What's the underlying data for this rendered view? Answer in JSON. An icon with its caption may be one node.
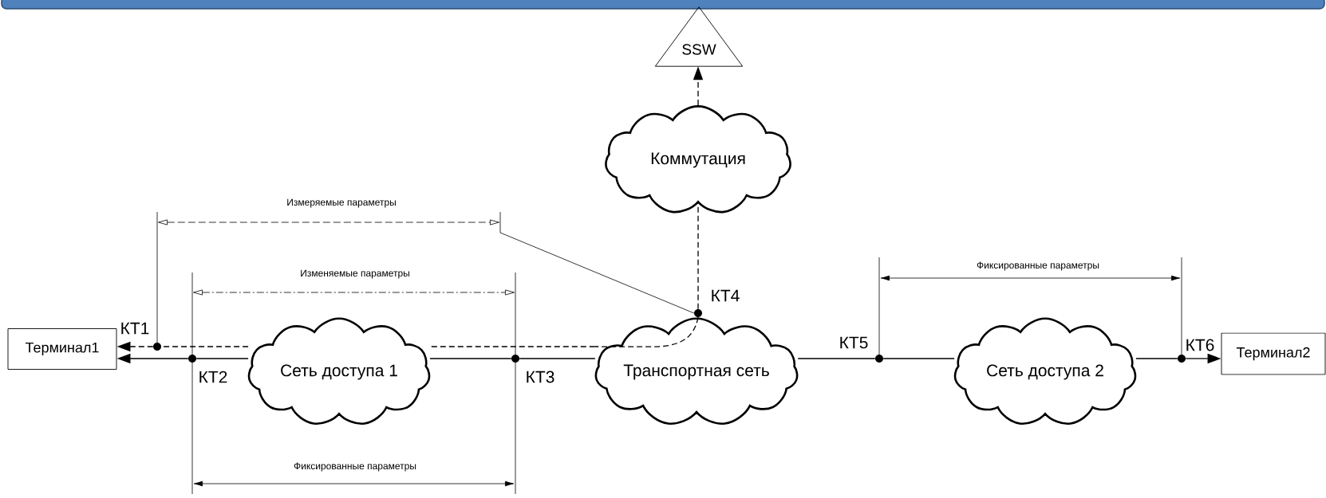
{
  "diagram": {
    "nodes": [
      {
        "text": [
          "SSW"
        ]
      },
      {
        "text": [
          "Коммутация"
        ]
      },
      {
        "text": [
          "Терминал1"
        ]
      },
      {
        "text": [
          "Сеть доступа 1"
        ]
      },
      {
        "text": [
          "Транспортная сеть"
        ]
      },
      {
        "text": [
          "Сеть доступа 2"
        ]
      },
      {
        "text": [
          "Терминал2"
        ]
      },
      {
        "text": [],
        "shape": "circle",
        "beside": [
          "КТ1"
        ]
      },
      {
        "text": [],
        "shape": "circle",
        "beside": [
          "КТ2"
        ]
      },
      {
        "text": [],
        "shape": "circle",
        "beside": [
          "КТ3"
        ]
      },
      {
        "text": [],
        "shape": "circle",
        "beside": [
          "КТ4"
        ]
      },
      {
        "text": [],
        "shape": "circle",
        "beside": [
          "КТ5"
        ]
      },
      {
        "text": [],
        "shape": "circle",
        "beside": [
          "КТ6"
        ]
      }
    ],
    "edges": [
      {
        "from": 10,
        "to": 1,
        "arrow": "none",
        "style": "dashed"
      },
      {
        "from": 1,
        "to": 0,
        "arrow": "to",
        "style": "dashed"
      },
      {
        "from": 10,
        "to": 4,
        "arrow": "none",
        "style": "dashed"
      },
      {
        "from": 4,
        "to": 3,
        "arrow": "none",
        "style": "dashed"
      },
      {
        "from": 3,
        "to": 7,
        "arrow": "none",
        "style": "dashed"
      },
      {
        "from": 7,
        "to": 2,
        "arrow": "to",
        "style": "dashed"
      },
      {
        "from": 8,
        "to": 2,
        "arrow": "to"
      },
      {
        "from": 8,
        "to": 3,
        "arrow": "none"
      },
      {
        "from": 3,
        "to": 9,
        "arrow": "none"
      },
      {
        "from": 9,
        "to": 4,
        "arrow": "none"
      },
      {
        "from": 4,
        "to": 11,
        "arrow": "none"
      },
      {
        "from": 11,
        "to": 5,
        "arrow": "none"
      },
      {
        "from": 5,
        "to": 12,
        "arrow": "none"
      },
      {
        "from": 12,
        "to": 6,
        "arrow": "to"
      },
      {
        "from": 10,
        "to": null,
        "arrow": "none"
      }
    ],
    "labels": [
      "Измеряемые параметры",
      "Фиксированные параметры",
      "Изменяемые параметры",
      "Фиксированные параметры"
    ]
  }
}
